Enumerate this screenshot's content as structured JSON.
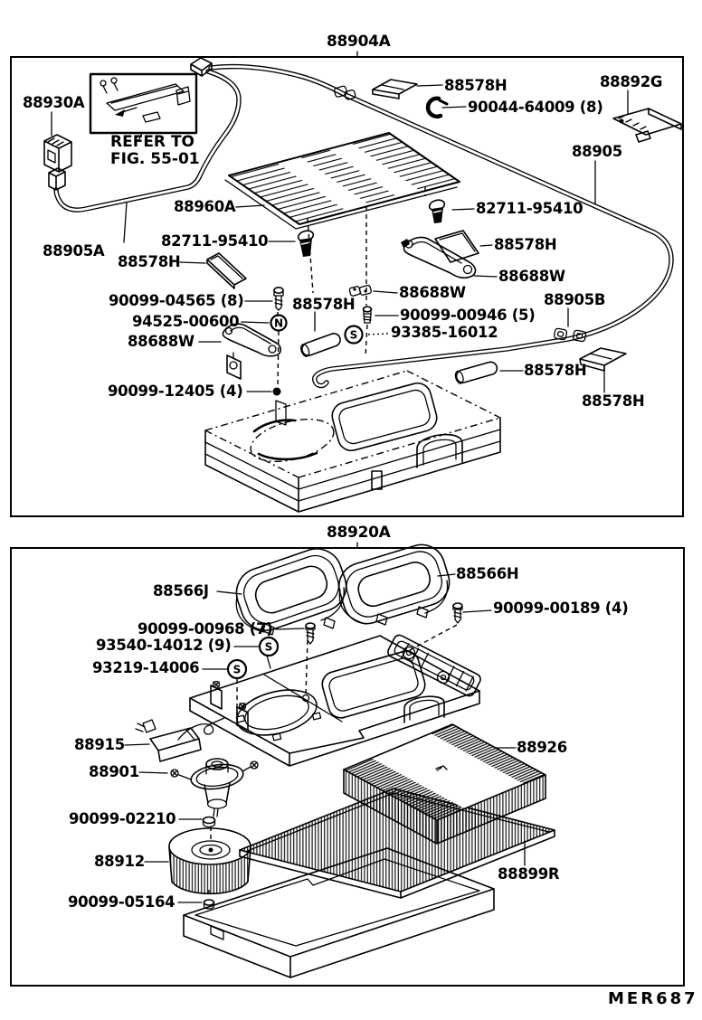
{
  "diagram": {
    "footer_code": "MER687",
    "symbols": {
      "s": "S",
      "n": "N"
    },
    "upper_panel": {
      "title": "88904A",
      "inset_note": {
        "line1": "REFER TO",
        "line2": "FIG. 55-01"
      },
      "labels": [
        {
          "text": "88930A"
        },
        {
          "text": "88905A"
        },
        {
          "text": "88578H"
        },
        {
          "text": "90044-64009 (8)"
        },
        {
          "text": "88892G"
        },
        {
          "text": "88905"
        },
        {
          "text": "88960A"
        },
        {
          "text": "82711-95410"
        },
        {
          "text": "88578H"
        },
        {
          "text": "82711-95410"
        },
        {
          "text": "88578H"
        },
        {
          "text": "88688W"
        },
        {
          "text": "88688W"
        },
        {
          "text": "90099-04565 (8)"
        },
        {
          "text": "88578H"
        },
        {
          "text": "90099-00946 (5)"
        },
        {
          "text": "94525-00600"
        },
        {
          "text": "93385-16012"
        },
        {
          "text": "88688W"
        },
        {
          "text": "88905B"
        },
        {
          "text": "88578H"
        },
        {
          "text": "90099-12405 (4)"
        },
        {
          "text": "88578H"
        }
      ]
    },
    "lower_panel": {
      "title": "88920A",
      "labels": [
        {
          "text": "88566J"
        },
        {
          "text": "88566H"
        },
        {
          "text": "90099-00189 (4)"
        },
        {
          "text": "90099-00968 (7)"
        },
        {
          "text": "93540-14012 (9)"
        },
        {
          "text": "93219-14006"
        },
        {
          "text": "88915"
        },
        {
          "text": "88901"
        },
        {
          "text": "90099-02210"
        },
        {
          "text": "88912"
        },
        {
          "text": "90099-05164"
        },
        {
          "text": "88926"
        },
        {
          "text": "88899R"
        }
      ]
    }
  }
}
